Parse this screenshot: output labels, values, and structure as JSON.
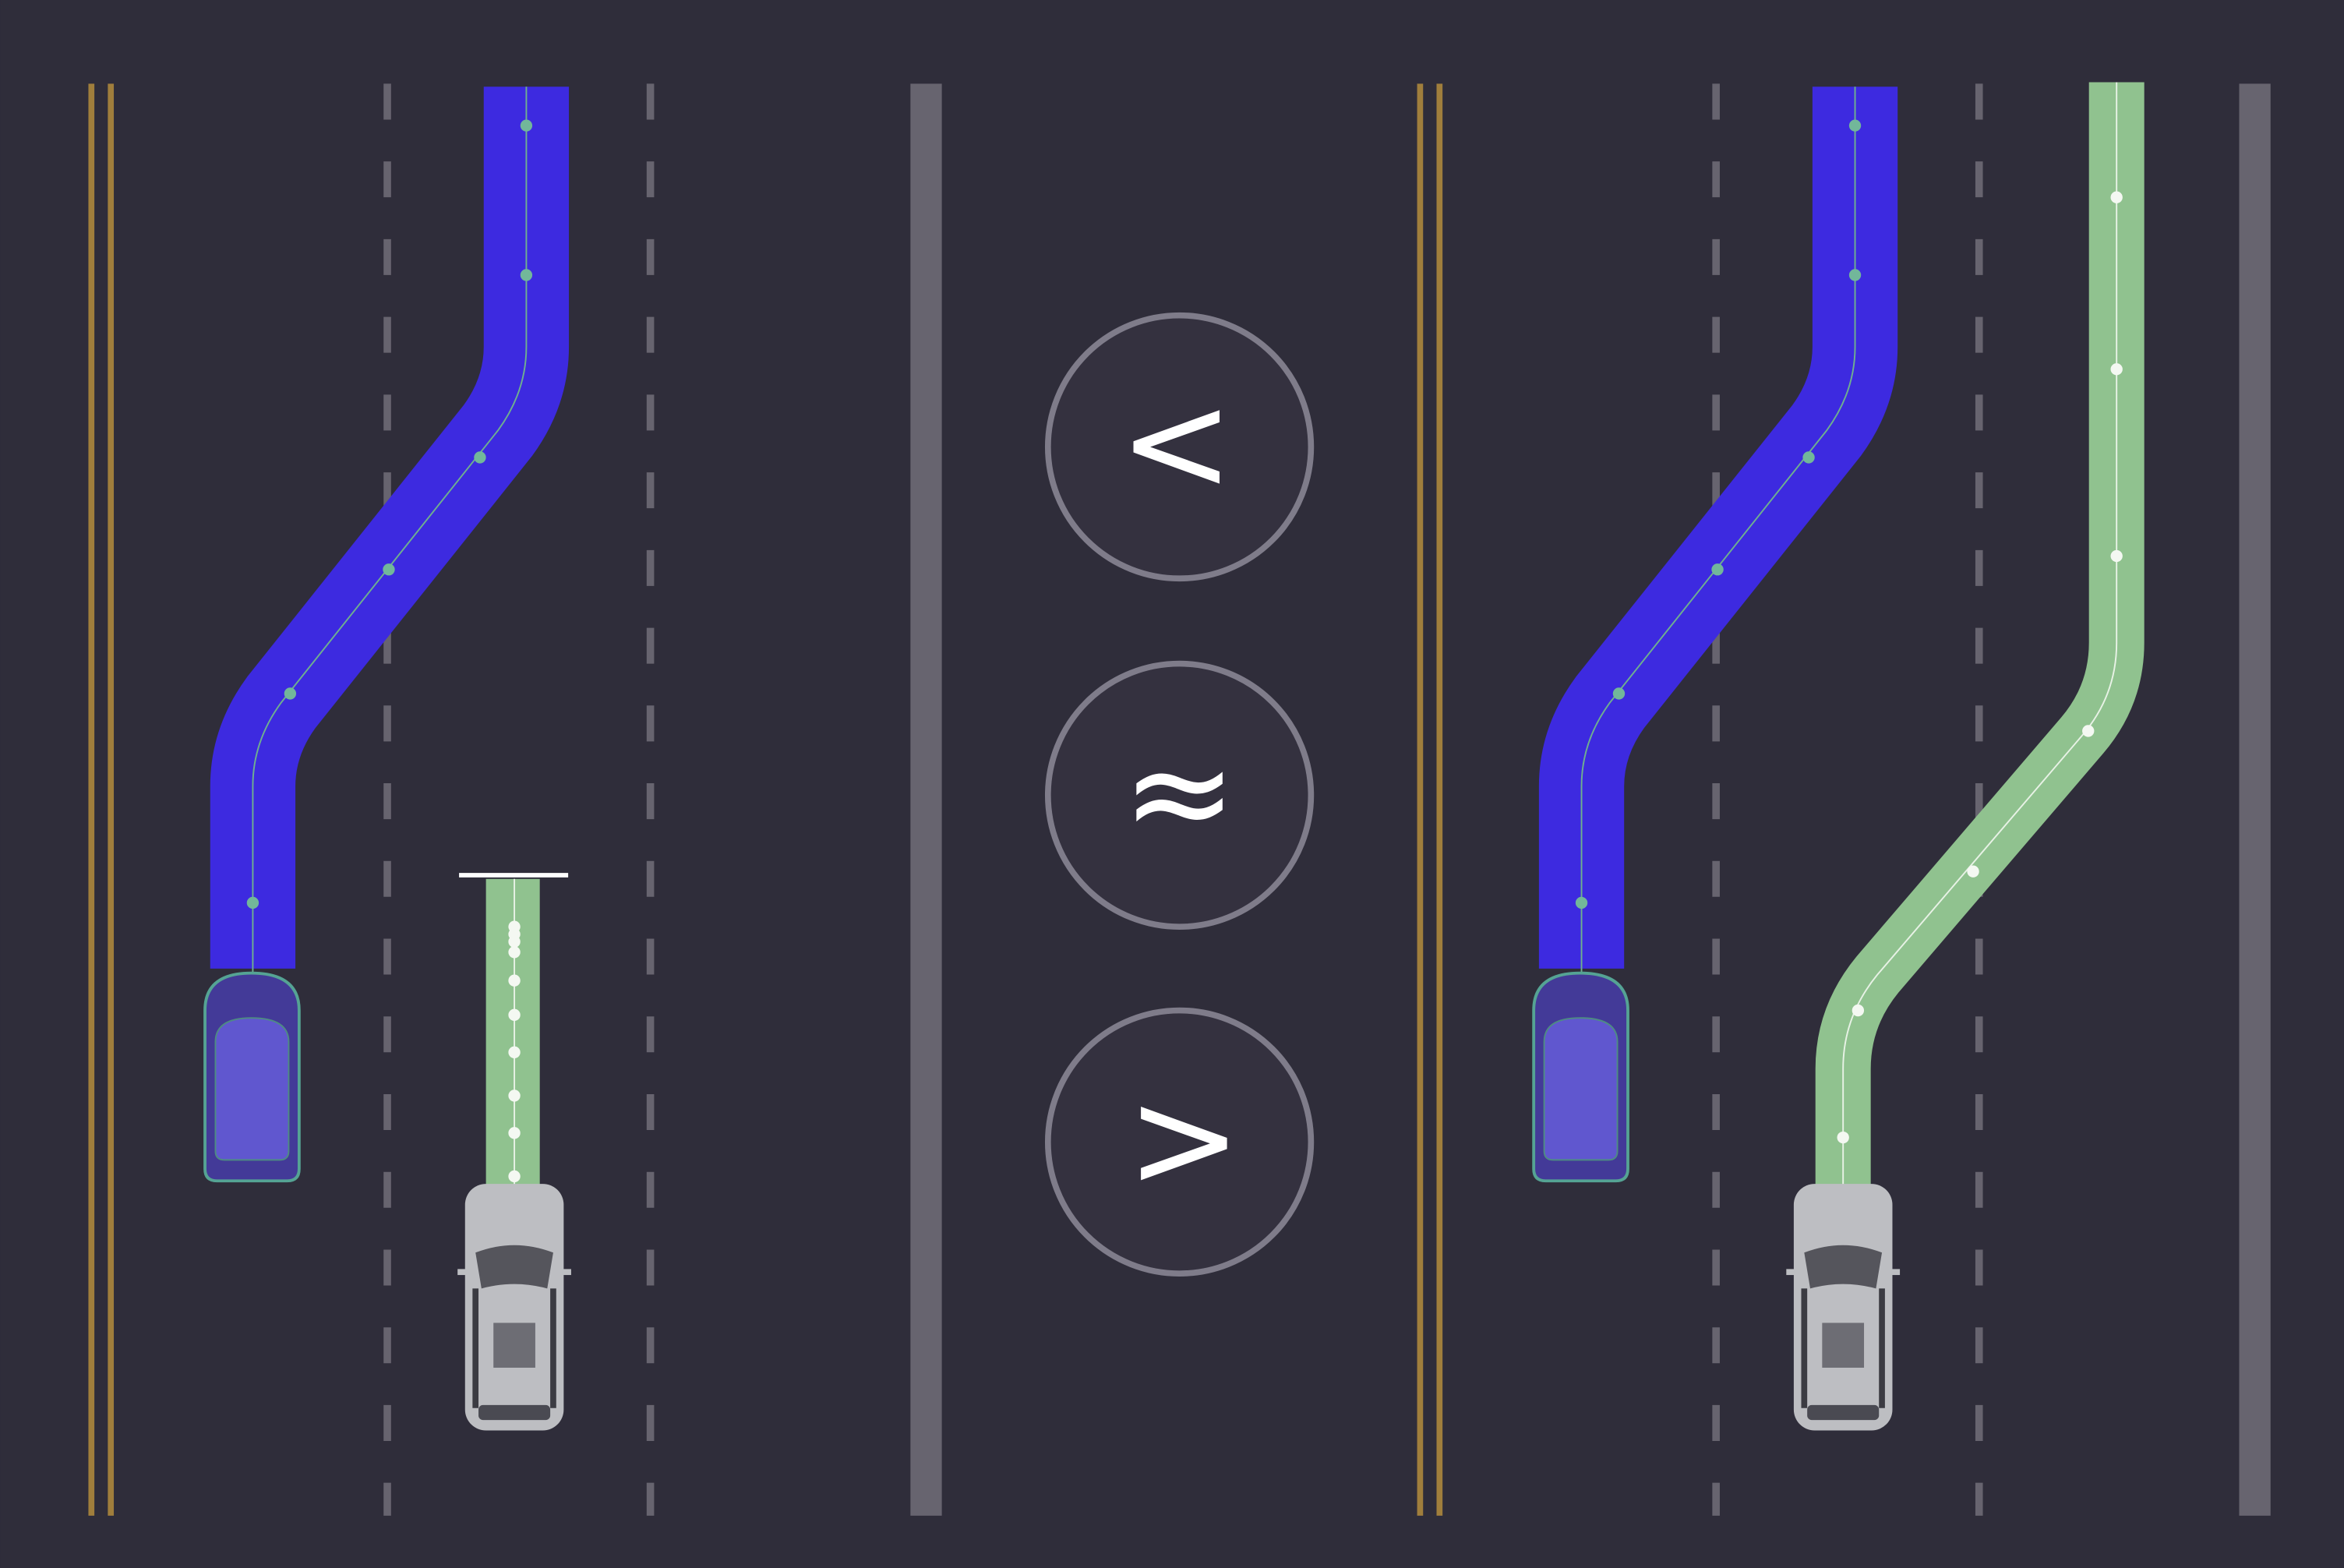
{
  "controls": {
    "buttons": [
      {
        "id": "slower",
        "label": "<",
        "icon": "less-than-icon"
      },
      {
        "id": "same",
        "label": "≈",
        "icon": "approximately-equal-icon"
      },
      {
        "id": "faster",
        "label": ">",
        "icon": "greater-than-icon"
      }
    ]
  },
  "colors": {
    "road": "#2f2d3a",
    "center_line": "#a07e3c",
    "lane_dash": "#67646f",
    "road_edge": "#67646f",
    "agent_path": "#3d2ae0",
    "ego_path": "#90c28f",
    "button_ring": "#7f7c8a"
  }
}
